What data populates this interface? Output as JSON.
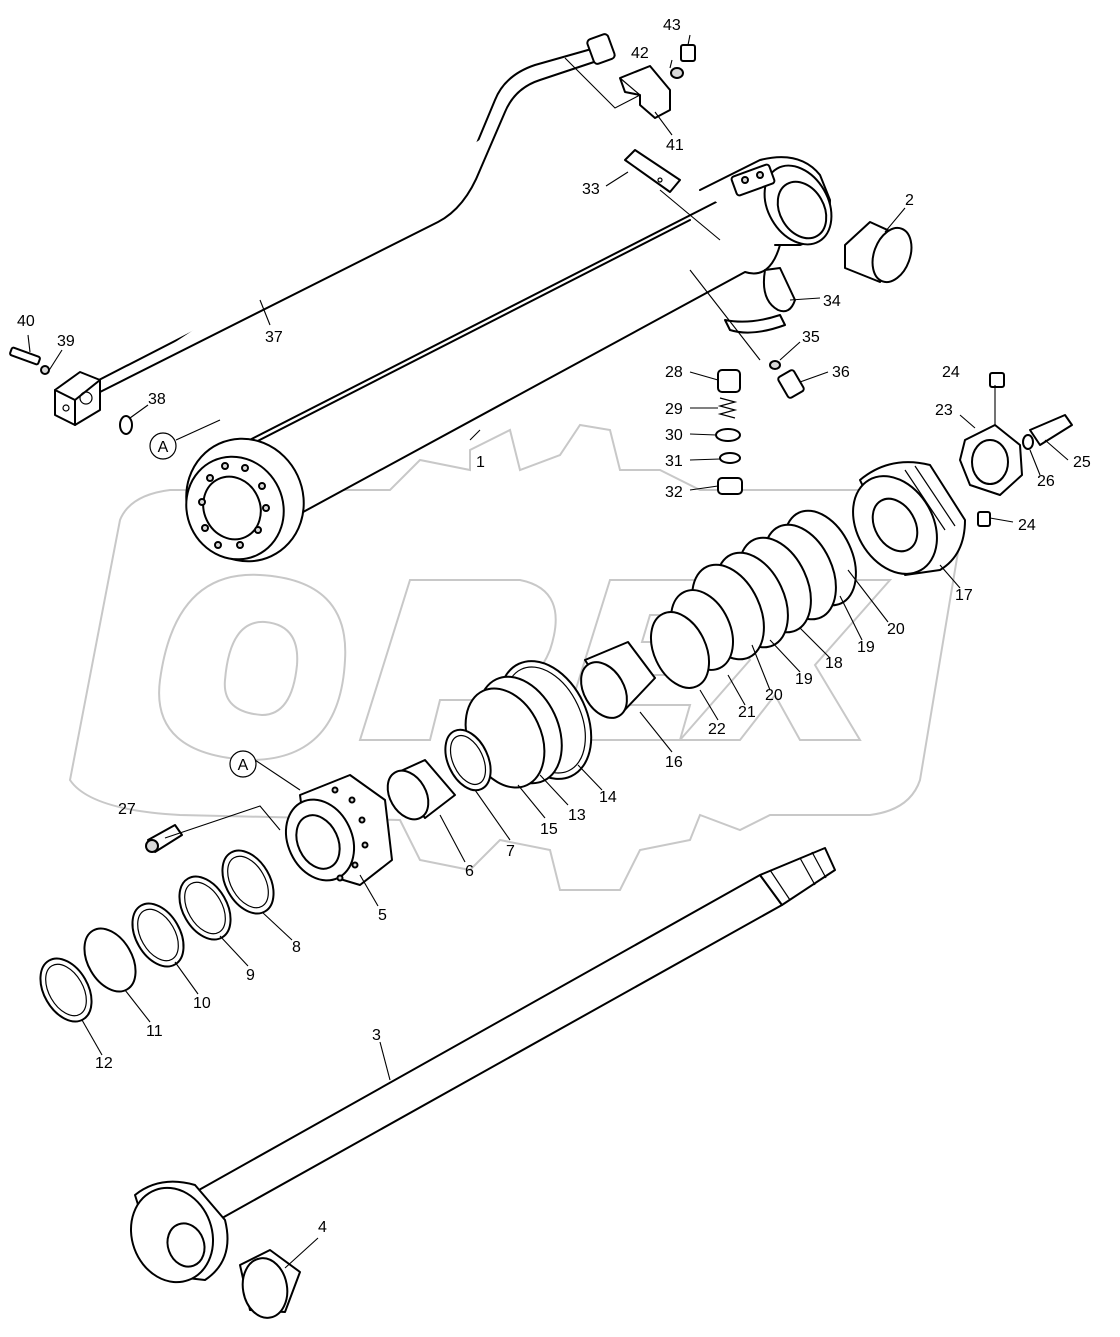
{
  "watermark": {
    "text": "OPEX"
  },
  "reference_marker": {
    "label": "A"
  },
  "callouts": {
    "p1": "1",
    "p2": "2",
    "p3": "3",
    "p4": "4",
    "p5": "5",
    "p6": "6",
    "p7": "7",
    "p8": "8",
    "p9": "9",
    "p10": "10",
    "p11": "11",
    "p12": "12",
    "p13": "13",
    "p14": "14",
    "p15": "15",
    "p16": "16",
    "p17": "17",
    "p18": "18",
    "p19a": "19",
    "p19b": "19",
    "p20a": "20",
    "p20b": "20",
    "p21": "21",
    "p22": "22",
    "p23": "23",
    "p24a": "24",
    "p24b": "24",
    "p25": "25",
    "p26": "26",
    "p27": "27",
    "p28": "28",
    "p29": "29",
    "p30": "30",
    "p31": "31",
    "p32": "32",
    "p33": "33",
    "p34": "34",
    "p35": "35",
    "p36": "36",
    "p37": "37",
    "p38": "38",
    "p39": "39",
    "p40": "40",
    "p41": "41",
    "p42": "42",
    "p43": "43"
  },
  "colors": {
    "line": "#000000",
    "watermark": "#c8c8c8",
    "background": "#ffffff"
  }
}
